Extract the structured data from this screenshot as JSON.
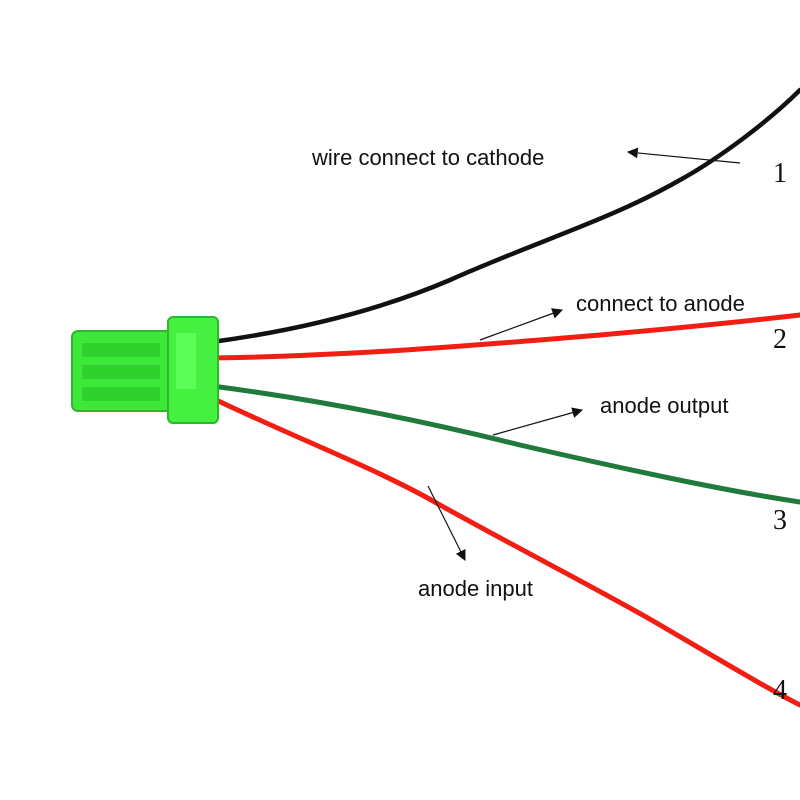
{
  "wires": [
    {
      "number": "1",
      "label": "wire connect to cathode",
      "color": "#111111"
    },
    {
      "number": "2",
      "label": "connect to anode",
      "color": "#f21e14"
    },
    {
      "number": "3",
      "label": "anode output",
      "color": "#1f7a3c"
    },
    {
      "number": "4",
      "label": "anode input",
      "color": "#f21e14"
    }
  ],
  "connector_color": "#3ee83a"
}
